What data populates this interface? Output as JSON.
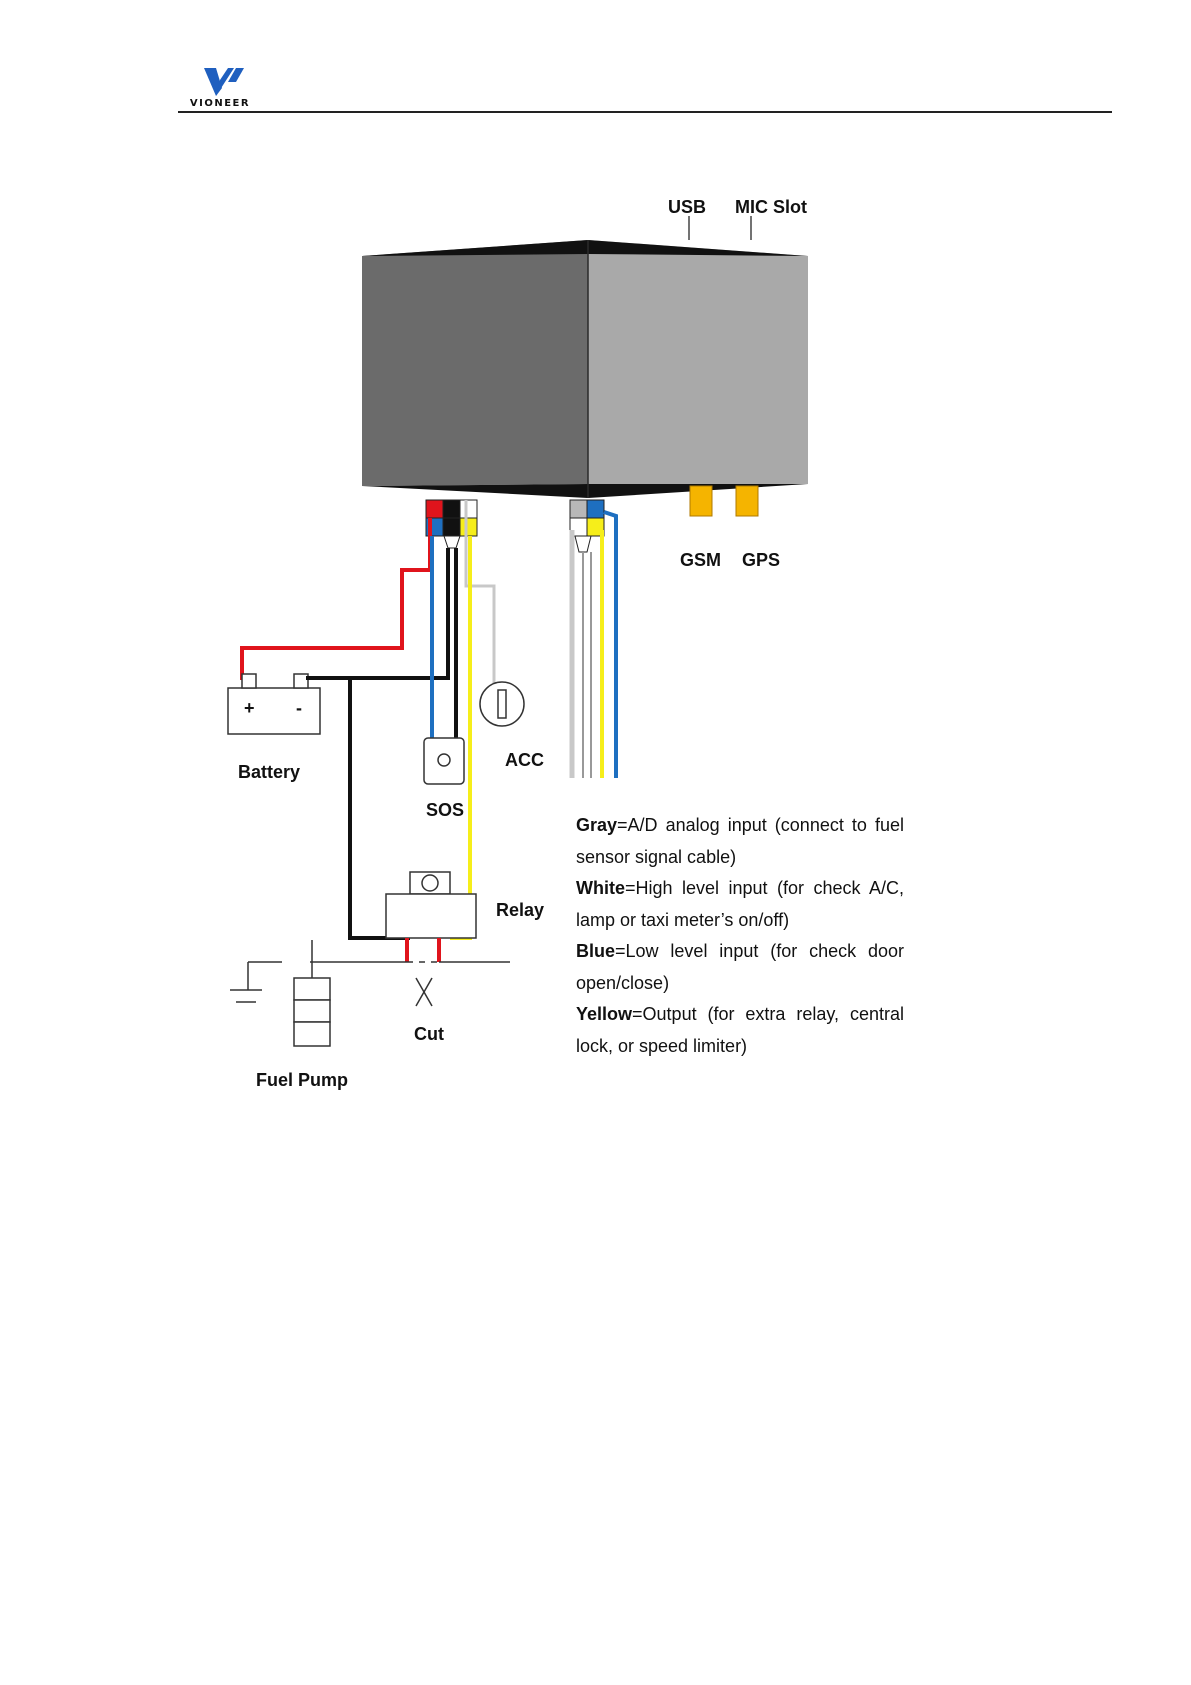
{
  "header": {
    "logo_text": "VIONEER"
  },
  "colors": {
    "wire_red": "#e0141c",
    "wire_black": "#111111",
    "wire_blue": "#1e6fc0",
    "wire_yellow": "#f6ee1a",
    "wire_white": "#ffffff",
    "wire_gray": "#b8b8b8",
    "connector_orange": "#f5b400",
    "box_front": "#6b6b6b",
    "box_side": "#a9a9a9",
    "logo_blue": "#1f5fbf"
  },
  "diagram": {
    "labels": {
      "usb": "USB",
      "mic_slot": "MIC Slot",
      "gsm": "GSM",
      "gps": "GPS",
      "battery": "Battery",
      "battery_plus": "+",
      "battery_minus": "-",
      "sos": "SOS",
      "acc": "ACC",
      "relay": "Relay",
      "cut": "Cut",
      "fuel_pump": "Fuel Pump"
    }
  },
  "legend": [
    {
      "color": "Gray",
      "desc": "=A/D analog input (connect to fuel sensor signal cable)"
    },
    {
      "color": "White",
      "desc": "=High level input (for check A/C, lamp or taxi meter’s on/off)"
    },
    {
      "color": "Blue",
      "desc": "=Low level input (for check door open/close)"
    },
    {
      "color": "Yellow",
      "desc": "=Output (for extra relay, central lock, or speed limiter)"
    }
  ]
}
